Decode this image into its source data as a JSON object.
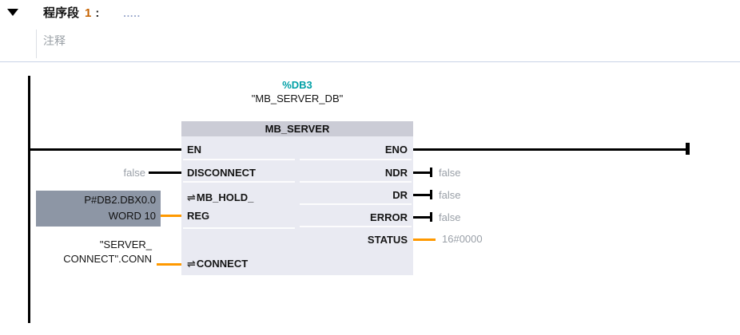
{
  "colors": {
    "accent_orange": "#FF9900",
    "db_teal": "#00A0A6",
    "value_gray": "#9AA0A8",
    "block_body": "#E9EAF2",
    "block_header": "#CBCCD6",
    "operand_box_bg": "#8D96A5"
  },
  "network": {
    "collapse_icon": "triangle-down",
    "title_prefix": "程序段",
    "title_number": "1",
    "title_colon": ":",
    "title_dots": ".....",
    "comment_placeholder": "注释"
  },
  "instance": {
    "db_address": "%DB3",
    "db_name": "\"MB_SERVER_DB\""
  },
  "block": {
    "title": "MB_SERVER",
    "inout_marker": "⇌",
    "pins": {
      "en": "EN",
      "disconnect": "DISCONNECT",
      "mb_hold_reg_line1": "MB_HOLD_",
      "mb_hold_reg_line2": "REG",
      "connect": "CONNECT",
      "eno": "ENO",
      "ndr": "NDR",
      "dr": "DR",
      "error": "ERROR",
      "status": "STATUS"
    }
  },
  "operands": {
    "disconnect_value": "false",
    "mb_hold_reg_value_line1": "P#DB2.DBX0.0",
    "mb_hold_reg_value_line2": "WORD 10",
    "connect_value_line1": "\"SERVER_",
    "connect_value_line2": "CONNECT\".CONN",
    "ndr_value": "false",
    "dr_value": "false",
    "error_value": "false",
    "status_value": "16#0000"
  }
}
